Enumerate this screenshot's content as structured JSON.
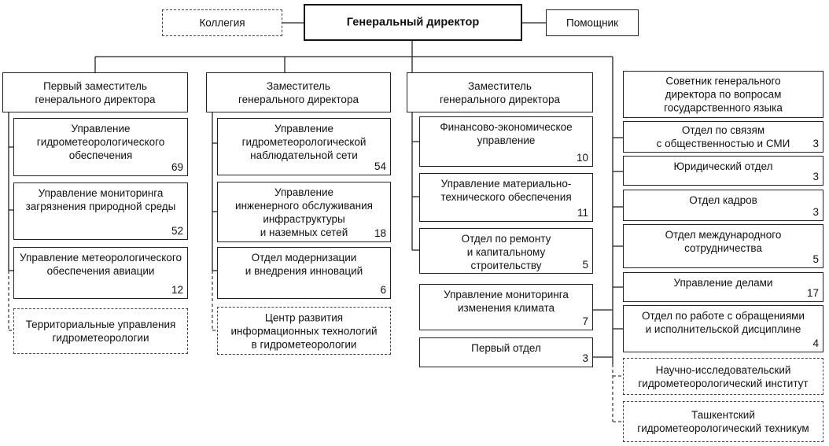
{
  "top": {
    "director": "Генеральный директор",
    "board": "Коллегия",
    "assistant": "Помощник"
  },
  "col1": {
    "head": "Первый заместитель\nгенерального директора",
    "items": [
      {
        "label": "Управление\nгидрометеорологического\nобеспечения",
        "count": "69"
      },
      {
        "label": "Управление мониторинга\nзагрязнения природной среды",
        "count": "52"
      },
      {
        "label": "Управление метеорологического\nобеспечения авиации",
        "count": "12"
      }
    ],
    "extra": "Территориальные управления\nгидрометеорологии"
  },
  "col2": {
    "head": "Заместитель\nгенерального директора",
    "items": [
      {
        "label": "Управление\nгидрометеорологической\nнаблюдательной сети",
        "count": "54"
      },
      {
        "label": "Управление\nинженерного обслуживания\nинфраструктуры\nи наземных сетей",
        "count": "18"
      },
      {
        "label": "Отдел модернизации\nи внедрения инноваций",
        "count": "6"
      }
    ],
    "extra": "Центр развития\nинформационных технологий\nв гидрометеорологии"
  },
  "col3": {
    "head": "Заместитель\nгенерального директора",
    "items": [
      {
        "label": "Финансово-экономическое\nуправление",
        "count": "10"
      },
      {
        "label": "Управление материально-\nтехнического обеспечения",
        "count": "11"
      },
      {
        "label": "Отдел по ремонту\nи капитальному\nстроительству",
        "count": "5"
      },
      {
        "label": "Управление мониторинга\nизменения климата",
        "count": "7"
      },
      {
        "label": "Первый отдел",
        "count": "3"
      }
    ]
  },
  "col4": {
    "head": "Советник генерального\nдиректора по вопросам\nгосударственного языка",
    "items": [
      {
        "label": "Отдел по связям\nс общественностью и СМИ",
        "count": "3"
      },
      {
        "label": "Юридический отдел",
        "count": "3"
      },
      {
        "label": "Отдел кадров",
        "count": "3"
      },
      {
        "label": "Отдел международного\nсотрудничества",
        "count": "5"
      },
      {
        "label": "Управление делами",
        "count": "17"
      },
      {
        "label": "Отдел по работе с обращениями\nи исполнительской дисциплине",
        "count": "4"
      }
    ],
    "extras": [
      "Научно-исследовательский\nгидрометеорологический институт",
      "Ташкентский\nгидрометеорологический техникум"
    ]
  }
}
